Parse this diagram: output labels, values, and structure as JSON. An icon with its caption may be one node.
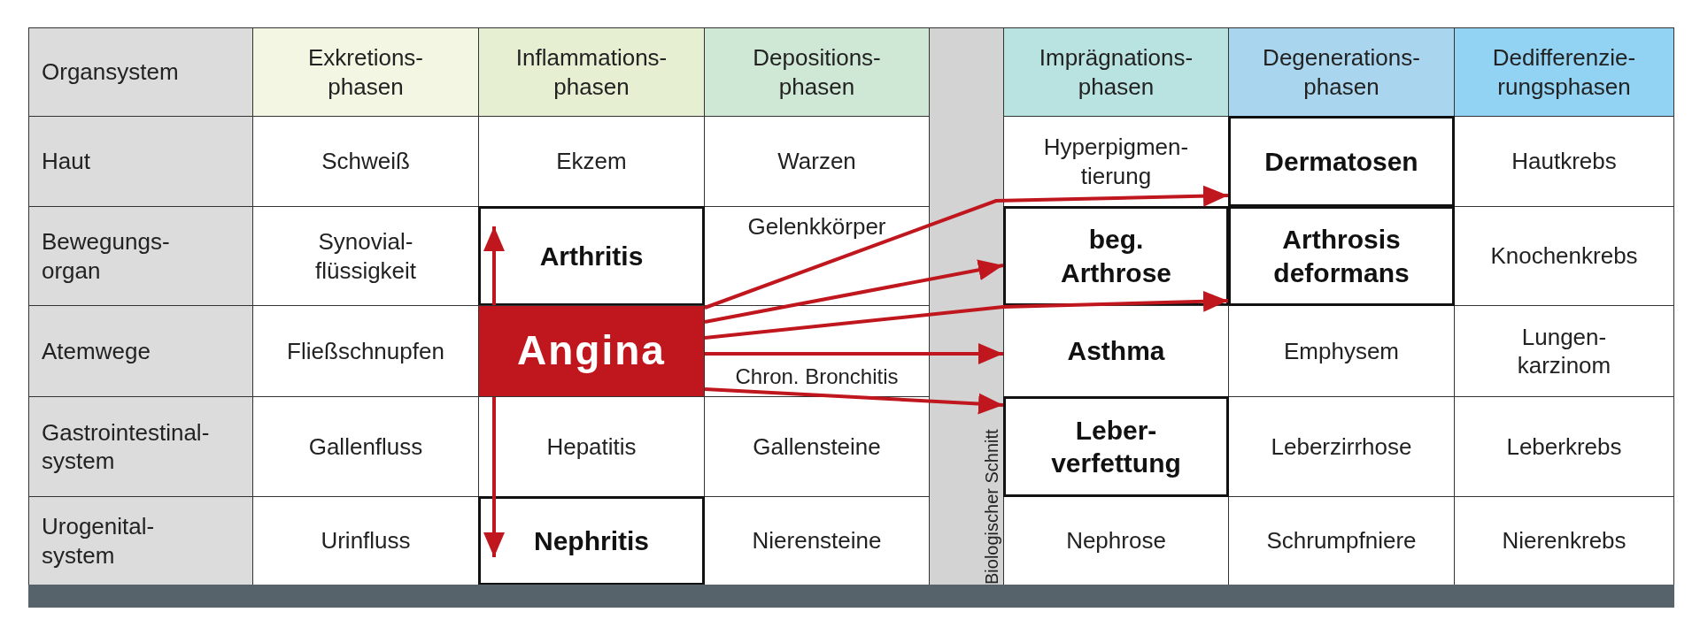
{
  "diagram": {
    "nodes": [
      {
        "text": [
          "Dermatosen"
        ]
      },
      {
        "text": [
          "Arthritis"
        ]
      },
      {
        "text": [
          "beg. Arthrose"
        ]
      },
      {
        "text": [
          "Arthrosis deformans"
        ]
      },
      {
        "text": [
          "Angina"
        ]
      },
      {
        "text": [
          "Asthma"
        ]
      },
      {
        "text": [
          "Leber- verfettung"
        ]
      },
      {
        "text": [
          "Nephritis"
        ]
      }
    ],
    "edges": [
      {
        "from": 4,
        "to": 1,
        "arrow": "to"
      },
      {
        "from": 4,
        "to": 7,
        "arrow": "to"
      },
      {
        "from": 4,
        "to": 0,
        "arrow": "to"
      },
      {
        "from": 4,
        "to": 2,
        "arrow": "to"
      },
      {
        "from": 4,
        "to": 3,
        "arrow": "to"
      },
      {
        "from": 4,
        "to": 5,
        "arrow": "to"
      },
      {
        "from": 4,
        "to": 6,
        "arrow": "to"
      }
    ],
    "labels": [
      "Organsystem",
      "Exkretions- phasen",
      "Inflammations- phasen",
      "Depositions- phasen",
      "Biologischer Schnitt",
      "Imprägnations- phasen",
      "Degenerations- phasen",
      "Dedifferenzie- rungsphasen",
      "Haut",
      "Schweiß",
      "Ekzem",
      "Warzen",
      "Hyperpigmen- tierung",
      "Hautkrebs",
      "Bewegungs- organ",
      "Synovial- flüssigkeit",
      "Gelenkkörper",
      "Knochenkrebs",
      "Atemwege",
      "Fließschnupfen",
      "Chron. Bronchitis",
      "Emphysem",
      "Lungen- karzinom",
      "Gastrointestinal- system",
      "Gallenfluss",
      "Hepatitis",
      "Gallensteine",
      "Leberzirrhose",
      "Leberkrebs",
      "Urogenital- system",
      "Urinfluss",
      "Nierensteine",
      "Nephrose",
      "Schrumpfniere",
      "Nierenkrebs"
    ]
  }
}
